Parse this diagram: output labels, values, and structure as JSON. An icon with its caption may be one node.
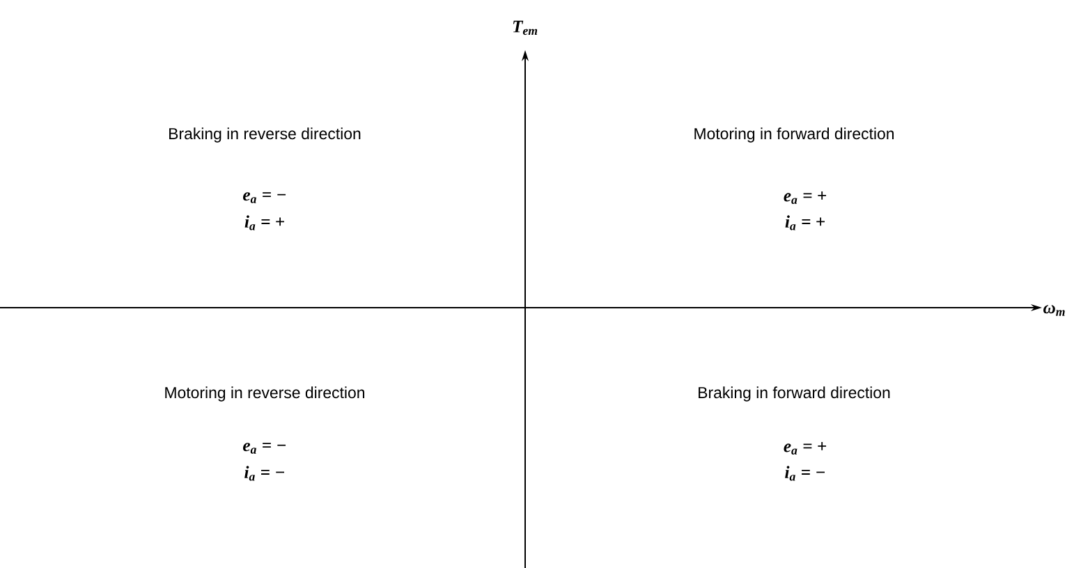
{
  "diagram": {
    "labels": [
      "T$_{em}$",
      "Braking in reverse direction",
      "Motoring in forward direction",
      "e$_{a}$ = −",
      "e$_{a}$ = +",
      "i$_{a}$ = +",
      "i$_{a}$ = +",
      "ω$_{m}$",
      "Motoring in reverse direction",
      "Braking in forward direction",
      "e$_{a}$ = −",
      "e$_{a}$ = +",
      "i$_{a}$ = −",
      "i$_{a}$ = −"
    ]
  }
}
